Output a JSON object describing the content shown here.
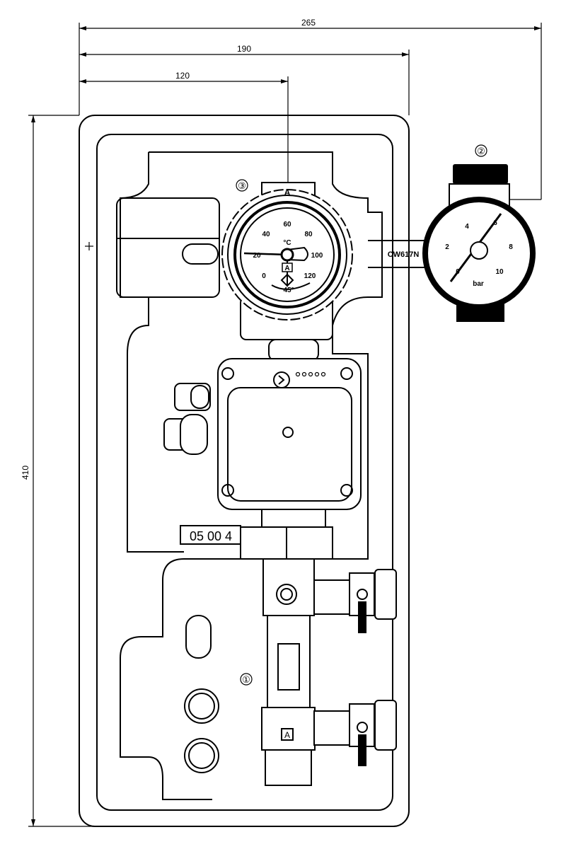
{
  "dimensions": {
    "width_total": "265",
    "width_mid": "190",
    "width_gauge": "120",
    "height": "410"
  },
  "callouts": {
    "ball_valve": "①",
    "pressure_gauge": "②",
    "thermometer": "③"
  },
  "thermometer": {
    "unit": "°C",
    "scale": [
      "0",
      "20",
      "40",
      "60",
      "80",
      "100",
      "120"
    ],
    "marker": "A",
    "bottom_label": "45°"
  },
  "pressure_gauge": {
    "unit": "bar",
    "scale": [
      "0",
      "2",
      "4",
      "6",
      "8",
      "10"
    ]
  },
  "material_label": "CW617N",
  "pump_label": "05 00 4",
  "valve_marker": "A"
}
